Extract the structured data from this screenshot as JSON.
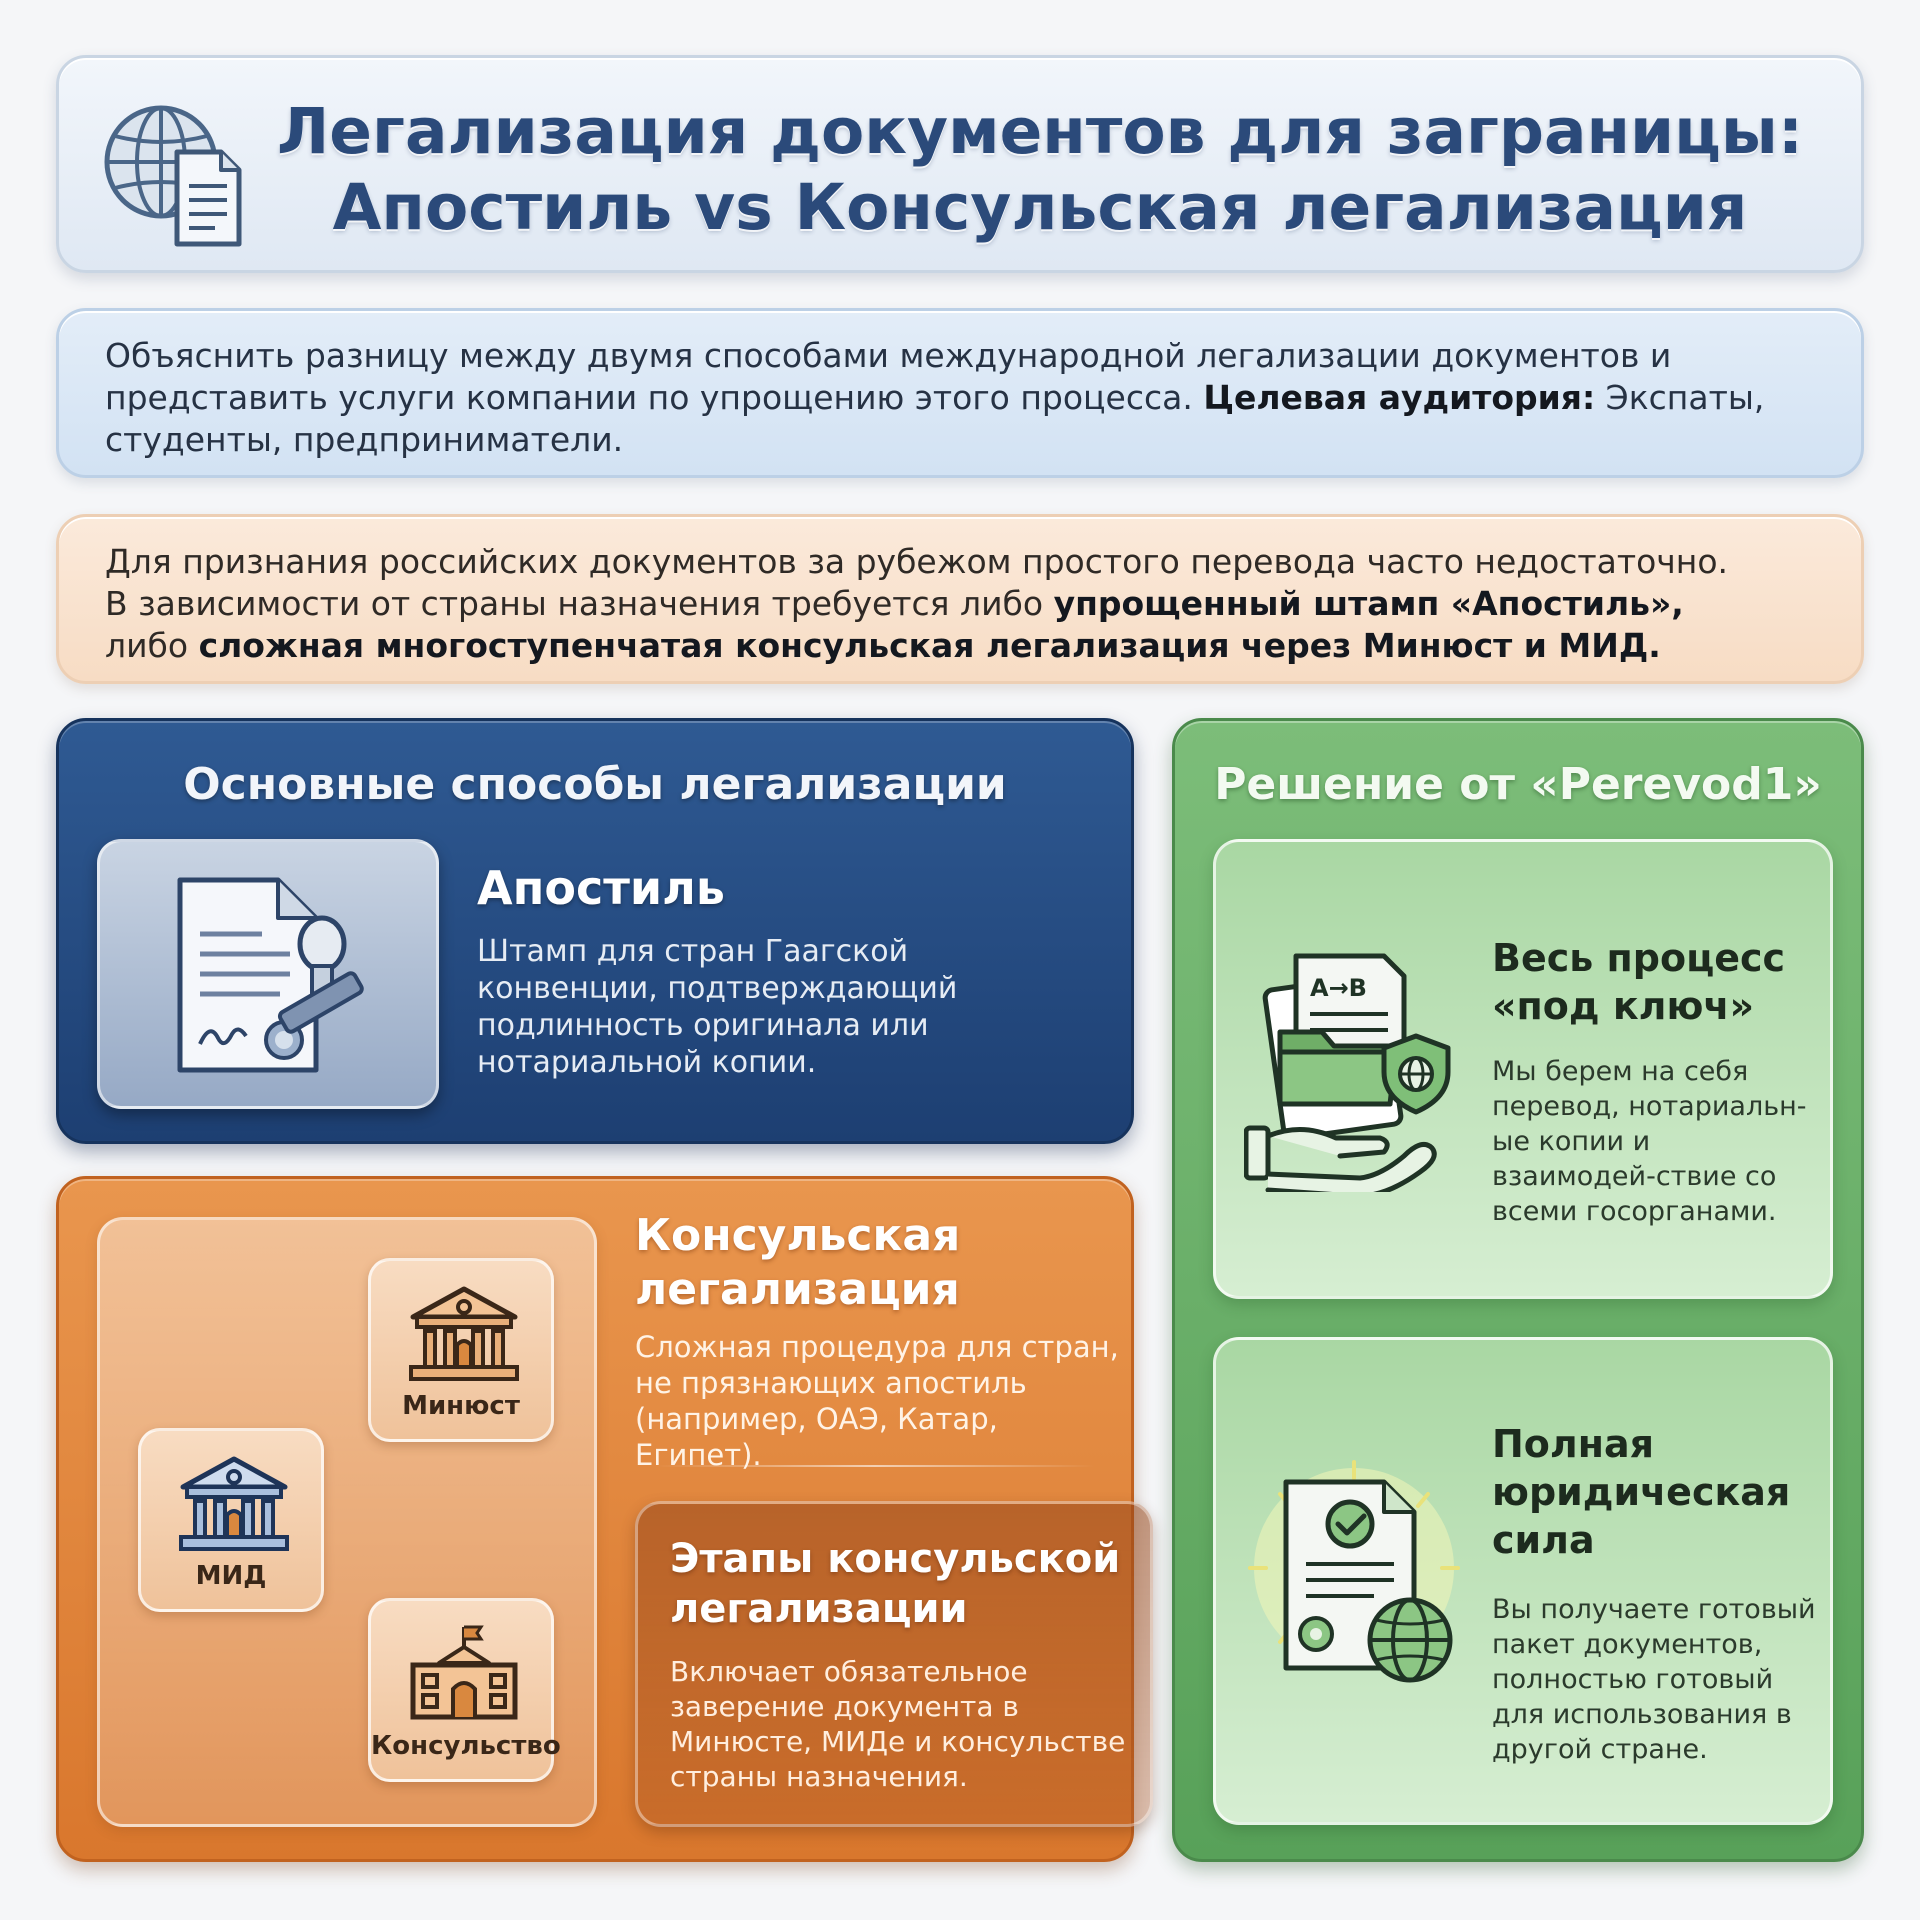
{
  "header": {
    "title_line1": "Легализация документов для заграницы:",
    "title_line2": "Апостиль vs Консульская легализация"
  },
  "intro": {
    "text": "Объяснить разницу между двумя способами международной легализации документов и представить услуги компании по упрощению этого процесса. ",
    "audience_label": "Целевая аудитория:",
    "audience_text": " Экспаты, студенты, предприниматели."
  },
  "context": {
    "line1": "Для признания российских документов за рубежом простого перевода часто недостаточно.",
    "line2_prefix": "В зависимости от страны назначения требуется либо ",
    "line2_bold": "упрощенный штамп «Апостиль»,",
    "line3_prefix": "либо ",
    "line3_bold": "сложная многоступенчатая консульская легализация через Минюст и МИД."
  },
  "methods": {
    "title": "Основные способы легализации",
    "apostille": {
      "title": "Апостиль",
      "desc": "Штамп для стран Гаагской конвенции, подтверждающий подлинность оригинала или нотариальной копии."
    }
  },
  "consular": {
    "orgs": [
      "Минюст",
      "МИД",
      "Консульство"
    ],
    "title": "Консульская легализация",
    "desc": "Сложная процедура для стран, не прязнающих апостиль (например, ОАЭ, Катар, Египет).",
    "stages_title": "Этапы консульской легализации",
    "stages_desc": "Включает обязательное заверение документа в Минюсте, МИДе и консульстве страны назначения."
  },
  "solution": {
    "title": "Решение от «Perevod1»",
    "cards": [
      {
        "title": "Весь процесс «под ключ»",
        "desc": "Мы берем на себя перевод, нотариальн-ые копии и взаимодей-ствие со всеми госорганами."
      },
      {
        "title": "Полная юридическая сила",
        "desc": "Вы получаете готовый пакет документов, полностью готовый для использования в другой стране."
      }
    ]
  },
  "icons": {
    "header": "globe-document-icon",
    "apostille": "document-stamp-icon",
    "ministry_justice": "courthouse-icon",
    "ministry_foreign": "government-building-icon",
    "consulate": "consulate-building-icon",
    "turnkey": "translation-folder-hand-icon",
    "legal_force": "certified-document-globe-icon"
  },
  "colors": {
    "title": "#2b4a7a",
    "methods_panel": "#24497f",
    "consular_panel": "#e0853a",
    "solution_panel": "#66ad66"
  }
}
